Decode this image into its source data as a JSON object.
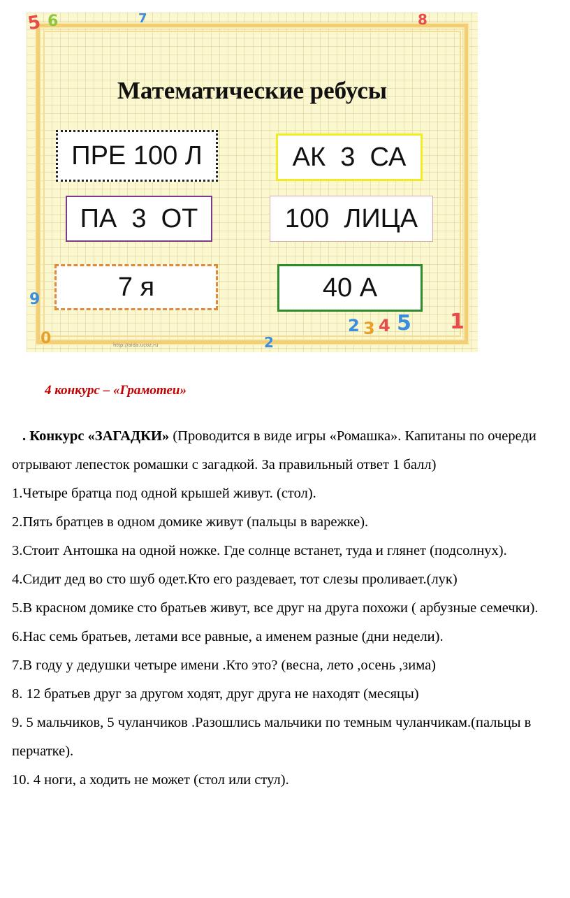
{
  "slide": {
    "title": "Математические ребусы",
    "rebuses": [
      "ПРЕ 100 Л",
      "АК  3  СА",
      "ПА  3  ОТ",
      "100  ЛИЦА",
      "7 я",
      "40 А"
    ],
    "url": "http://aida.ucoz.ru",
    "decorative_digits": [
      "5",
      "1",
      "2",
      "3",
      "4",
      "5",
      "6",
      "7",
      "8",
      "9",
      "0",
      "2"
    ]
  },
  "contest_heading": "4 конкурс – «Грамотеи»",
  "riddles_section": {
    "intro_bold": ". Конкурс «ЗАГАДКИ»",
    "intro_text": " (Проводится в виде игры «Ромашка». Капитаны по очереди отрывают лепесток ромашки с загадкой. За правильный ответ 1 балл)",
    "items": [
      "1.Четыре братца под одной крышей живут. (стол).",
      "2.Пять братцев в одном домике живут (пальцы в варежке).",
      "3.Стоит Антошка на одной ножке. Где солнце встанет, туда и глянет (подсолнух).",
      "4.Сидит дед во сто шуб одет.Кто его раздевает, тот слезы проливает.(лук)",
      "5.В красном домике сто братьев живут, все друг на друга похожи ( арбузные семечки).",
      "6.Нас семь братьев, летами все равные, а именем разные (дни недели).",
      "7.В году у дедушки четыре имени .Кто это? (весна, лето ,осень ,зима)",
      "8. 12 братьев друг за другом ходят, друг друга не находят (месяцы)",
      "9. 5 мальчиков, 5 чуланчиков .Разошлись мальчики по темным чуланчикам.(пальцы в перчатке).",
      "10. 4 ноги, а ходить не может (стол или стул)."
    ]
  },
  "colors": {
    "slide_background": "#fbf7cf",
    "frame": "#f2cf74",
    "heading_red": "#c00000",
    "rebus_borders": [
      "#222222",
      "#f2ec27",
      "#7a3b86",
      "#d9a9a9",
      "#e08a3a",
      "#2d8a2d"
    ]
  }
}
